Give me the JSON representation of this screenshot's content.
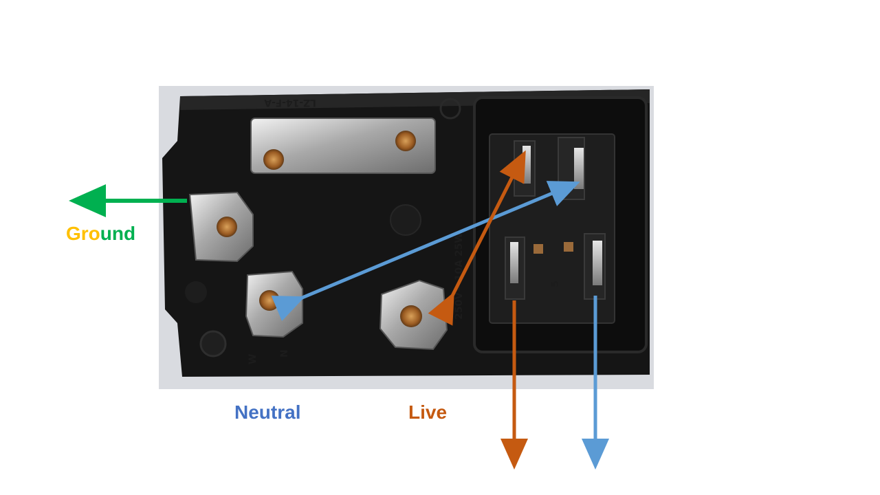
{
  "labels": {
    "ground_part1": "Gro",
    "ground_part2": "u",
    "ground_part3": "nd",
    "neutral": "Neutral",
    "live": "Live"
  },
  "markings": {
    "model": "LZ-14-F-A",
    "rating": "250V~ 10A 25W",
    "terminal_n": "N",
    "terminal_w": "W",
    "switch_mark": "5"
  },
  "colors": {
    "ground_arrow": "#00b050",
    "ground_text_yellow": "#ffc000",
    "ground_text_green": "#00b050",
    "neutral_text": "#4472c4",
    "neutral_arrow": "#5b9bd5",
    "live_text": "#c55a11",
    "live_arrow": "#c55a11"
  }
}
